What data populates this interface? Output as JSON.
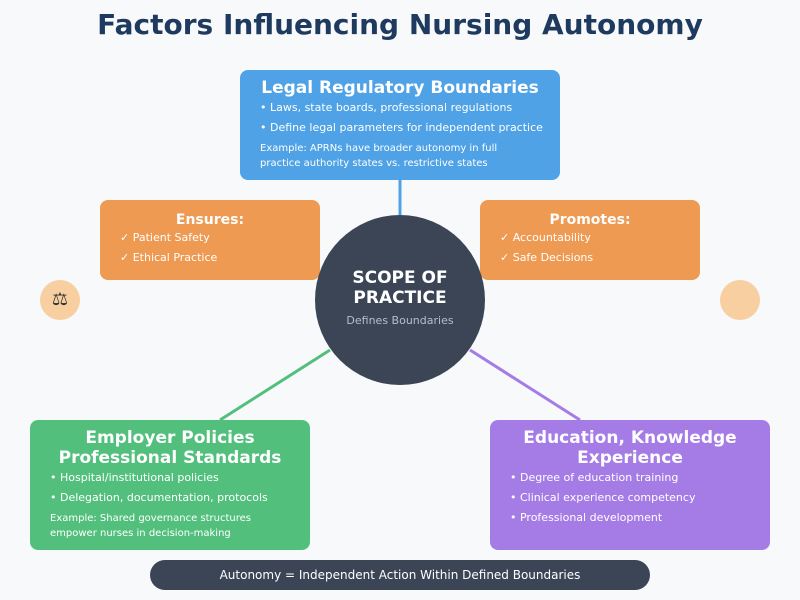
{
  "title": "Factors Influencing Nursing Autonomy",
  "center": {
    "title_line1": "SCOPE OF",
    "title_line2": "PRACTICE",
    "subtitle": "Defines Boundaries"
  },
  "legal": {
    "title": "Legal Regulatory Boundaries",
    "bullets": [
      "• Laws, state boards, professional regulations",
      "• Define legal parameters for independent practice"
    ],
    "example": [
      "Example: APRNs have broader autonomy in full",
      "practice authority states vs. restrictive states"
    ]
  },
  "ensures": {
    "title": "Ensures:",
    "items": [
      "✓ Patient Safety",
      "✓ Ethical Practice"
    ]
  },
  "promotes": {
    "title": "Promotes:",
    "items": [
      "✓ Accountability",
      "✓ Safe Decisions"
    ]
  },
  "employer": {
    "title_line1": "Employer Policies",
    "title_line2": "Professional Standards",
    "bullets": [
      "• Hospital/institutional policies",
      "• Delegation, documentation, protocols"
    ],
    "example": [
      "Example: Shared governance structures",
      "empower nurses in decision-making"
    ]
  },
  "education": {
    "title_line1": "Education, Knowledge",
    "title_line2": "Experience",
    "bullets": [
      "• Degree of education training",
      "• Clinical experience competency",
      "• Professional development"
    ]
  },
  "icons": {
    "left": "scales-icon",
    "left_glyph": "⚖",
    "right": "circle-icon"
  },
  "footer": "Autonomy = Independent Action Within Defined Boundaries",
  "colors": {
    "legal": "#4fa2e6",
    "orange": "#ef9a52",
    "employer": "#52c07c",
    "education": "#a57ce6",
    "center": "#3c4556",
    "title": "#1e3a5f"
  }
}
